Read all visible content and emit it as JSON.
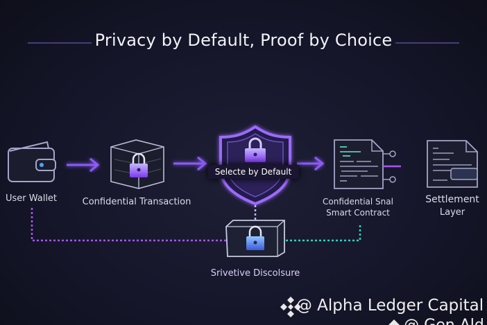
{
  "title": "Privacy by Default, Proof by Choice",
  "nodes": {
    "wallet": "User Wallet",
    "transaction": "Confidential Transaction",
    "shield": "Selecte by Default",
    "contract_line1": "Confidential Snal",
    "contract_line2": "Smart Contract",
    "settlement_line1": "Settlement",
    "settlement_line2": "Layer",
    "disclosure": "Srivetive Discolsure"
  },
  "watermark": {
    "line1": "@ Alpha Ledger Capital",
    "line2": "@ Gen Ald"
  },
  "colors": {
    "accent": "#8b5cf6",
    "teal": "#2dd4bf",
    "background": "#15162a"
  }
}
